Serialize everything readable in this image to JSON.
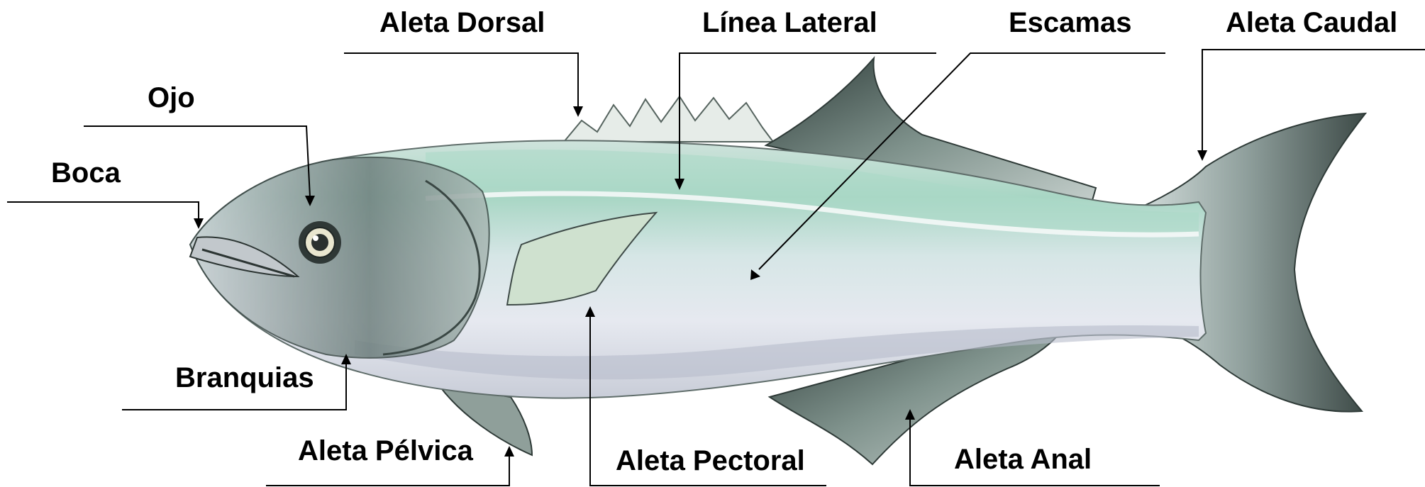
{
  "labels": {
    "dorsal": "Aleta Dorsal",
    "lateral": "Línea Lateral",
    "scales": "Escamas",
    "caudal": "Aleta Caudal",
    "eye": "Ojo",
    "mouth": "Boca",
    "gills": "Branquias",
    "pelvic": "Aleta Pélvica",
    "pectoral": "Aleta Pectoral",
    "anal": "Aleta Anal"
  },
  "colors": {
    "body_silver": "#dfe5ea",
    "back_green": "#9fd0bb",
    "fin_dark": "#4f625c",
    "leader_line": "#000000"
  }
}
